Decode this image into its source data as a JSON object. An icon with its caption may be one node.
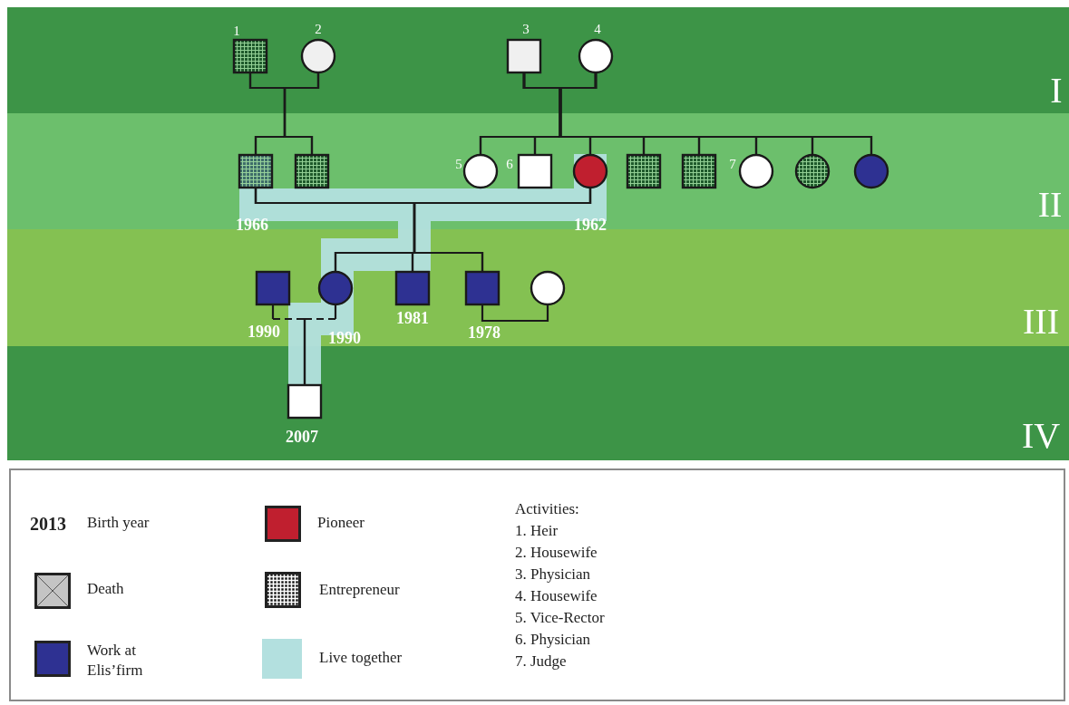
{
  "diagram": {
    "nodes": [
      {
        "text": [],
        "shape": "box",
        "beside": [
          "1"
        ]
      },
      {
        "text": [],
        "shape": "circle",
        "beside": [
          "2"
        ]
      },
      {
        "text": [],
        "shape": "box",
        "beside": [
          "3"
        ]
      },
      {
        "text": [],
        "shape": "circle",
        "beside": [
          "4"
        ]
      },
      {
        "text": [],
        "shape": "box",
        "beside": [
          "1966"
        ]
      },
      {
        "text": [],
        "shape": "box"
      },
      {
        "text": [],
        "shape": "circle",
        "beside": [
          "5"
        ]
      },
      {
        "text": [],
        "shape": "box",
        "beside": [
          "6"
        ]
      },
      {
        "text": [],
        "shape": "circle",
        "beside": [
          "1962"
        ]
      },
      {
        "text": [],
        "shape": "box"
      },
      {
        "text": [],
        "shape": "box"
      },
      {
        "text": [],
        "shape": "circle",
        "beside": [
          "7"
        ]
      },
      {
        "text": [],
        "shape": "circle"
      },
      {
        "text": [],
        "shape": "circle"
      },
      {
        "text": [],
        "shape": "box",
        "beside": [
          "1990"
        ]
      },
      {
        "text": [],
        "shape": "circle",
        "beside": [
          "1990"
        ]
      },
      {
        "text": [],
        "shape": "box",
        "beside": [
          "1981"
        ]
      },
      {
        "text": [],
        "shape": "box",
        "beside": [
          "1978"
        ]
      },
      {
        "text": [],
        "shape": "circle"
      },
      {
        "text": [],
        "shape": "box",
        "beside": [
          "2007"
        ]
      }
    ],
    "edges": [
      {
        "from": 0,
        "to": 4,
        "arrow": "none"
      },
      {
        "from": 1,
        "to": 4,
        "arrow": "none"
      },
      {
        "from": 0,
        "to": 5,
        "arrow": "none"
      },
      {
        "from": 1,
        "to": 5,
        "arrow": "none"
      },
      {
        "from": 2,
        "to": 6,
        "arrow": "none"
      },
      {
        "from": 3,
        "to": 6,
        "arrow": "none"
      },
      {
        "from": 2,
        "to": 7,
        "arrow": "none"
      },
      {
        "from": 3,
        "to": 7,
        "arrow": "none"
      },
      {
        "from": 2,
        "to": 8,
        "arrow": "none"
      },
      {
        "from": 3,
        "to": 8,
        "arrow": "none"
      },
      {
        "from": 2,
        "to": 9,
        "arrow": "none"
      },
      {
        "from": 3,
        "to": 9,
        "arrow": "none"
      },
      {
        "from": 2,
        "to": 10,
        "arrow": "none"
      },
      {
        "from": 3,
        "to": 10,
        "arrow": "none"
      },
      {
        "from": 2,
        "to": 11,
        "arrow": "none"
      },
      {
        "from": 3,
        "to": 11,
        "arrow": "none"
      },
      {
        "from": 2,
        "to": 12,
        "arrow": "none"
      },
      {
        "from": 3,
        "to": 12,
        "arrow": "none"
      },
      {
        "from": 2,
        "to": 13,
        "arrow": "none"
      },
      {
        "from": 3,
        "to": 13,
        "arrow": "none"
      },
      {
        "from": 4,
        "to": 15,
        "arrow": "none"
      },
      {
        "from": 8,
        "to": 15,
        "arrow": "none"
      },
      {
        "from": 4,
        "to": 16,
        "arrow": "none"
      },
      {
        "from": 8,
        "to": 16,
        "arrow": "none"
      },
      {
        "from": 4,
        "to": 17,
        "arrow": "none"
      },
      {
        "from": 8,
        "to": 17,
        "arrow": "none"
      },
      {
        "from": 14,
        "to": 19,
        "arrow": "none",
        "style": "dashed"
      },
      {
        "from": 15,
        "to": 19,
        "arrow": "none",
        "style": "dashed"
      },
      {
        "from": 17,
        "to": 18,
        "arrow": "none"
      }
    ],
    "labels": [
      "I",
      "II",
      "III",
      "IV",
      "2013",
      "Activities:",
      "1. Heir",
      "2. Housewife",
      "3. Physician",
      "4. Housewife",
      "5. Vice-Rector",
      "6. Physician",
      "7. Judge"
    ],
    "legend": [
      {
        "text": "Birth year"
      },
      {
        "text": "Death"
      },
      {
        "text": "Work at Elis’firm",
        "color": "#2e3192"
      },
      {
        "text": "Pioneer",
        "color": "#c01f2f"
      },
      {
        "text": "Entrepreneur"
      },
      {
        "text": "Live together",
        "color": "#b3e0df"
      }
    ]
  }
}
